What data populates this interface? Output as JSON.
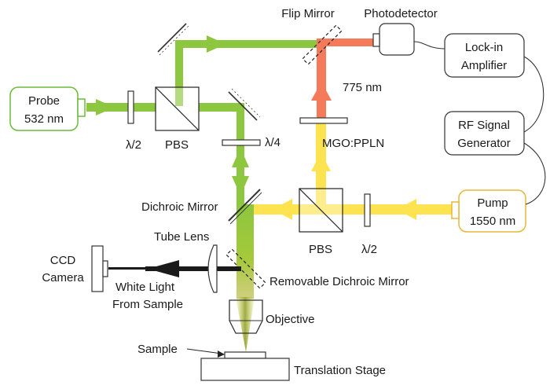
{
  "diagram": {
    "colors": {
      "probe_beam": "#8dc63f",
      "pump_beam": "#fde34f",
      "shg_beam": "#f47a5a",
      "white_light": "#1a1a1a",
      "probe_box": "#6dbb3c",
      "pump_box": "#e8b73a",
      "outline": "#333333"
    },
    "components": {
      "probe_source": {
        "line1": "Probe",
        "line2": "532 nm"
      },
      "pump_source": {
        "line1": "Pump",
        "line2": "1550 nm"
      },
      "lockin": {
        "line1": "Lock-in",
        "line2": "Amplifier"
      },
      "rf_generator": {
        "line1": "RF Signal",
        "line2": "Generator"
      },
      "photodetector": "Photodetector",
      "flip_mirror": "Flip Mirror",
      "wavelength_775": "775 nm",
      "crystal": "MGO:PPLN",
      "pbs_probe": "PBS",
      "pbs_pump": "PBS",
      "half_wave_probe": "λ/2",
      "half_wave_pump": "λ/2",
      "quarter_wave": "λ/4",
      "dichroic_mirror": "Dichroic Mirror",
      "tube_lens": "Tube Lens",
      "ccd": {
        "line1": "CCD",
        "line2": "Camera"
      },
      "white_light": {
        "line1": "White Light",
        "line2": "From Sample"
      },
      "removable_dichroic": "Removable Dichroic Mirror",
      "objective": "Objective",
      "sample": "Sample",
      "translation_stage": "Translation Stage"
    }
  }
}
